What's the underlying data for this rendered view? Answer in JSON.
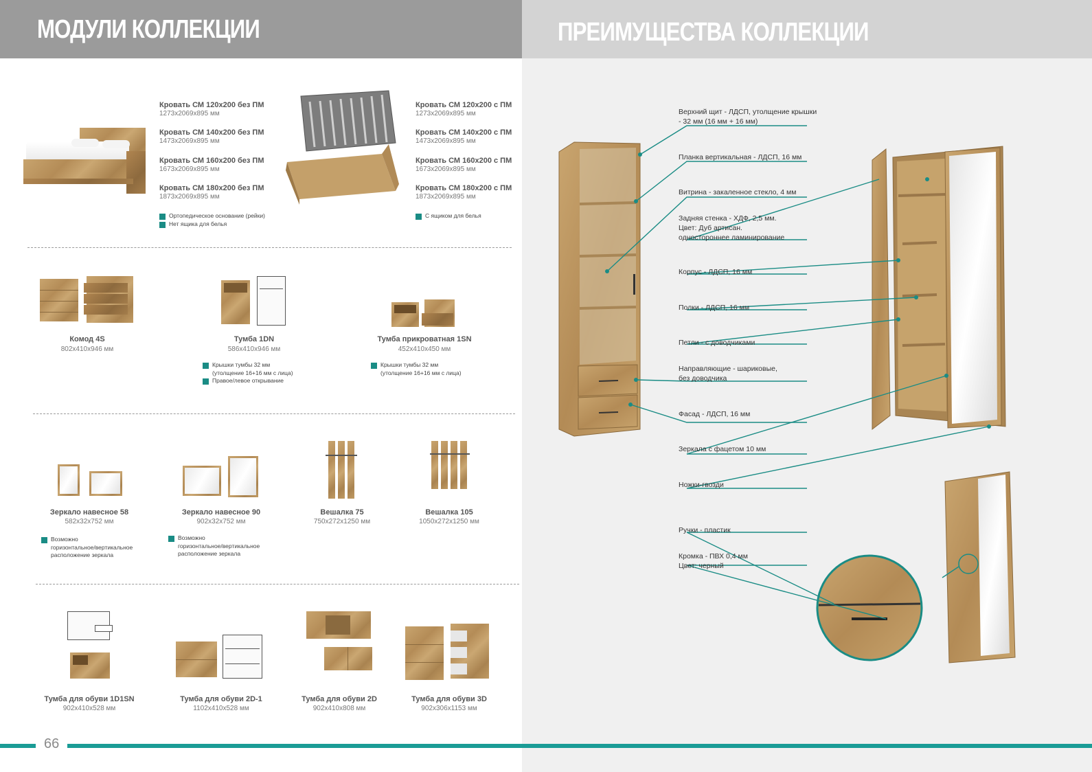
{
  "header": {
    "left_title": "МОДУЛИ КОЛЛЕКЦИИ",
    "right_title": "ПРЕИМУЩЕСТВА КОЛЛЕКЦИИ"
  },
  "beds_left": {
    "items": [
      {
        "title": "Кровать СМ 120х200 без ПМ",
        "dims": "1273х2069х895 мм"
      },
      {
        "title": "Кровать СМ 140х200 без ПМ",
        "dims": "1473х2069х895 мм"
      },
      {
        "title": "Кровать СМ 160х200 без ПМ",
        "dims": "1673х2069х895 мм"
      },
      {
        "title": "Кровать СМ 180х200 без ПМ",
        "dims": "1873х2069х895 мм"
      }
    ],
    "notes": [
      "Ортопедическое основание (рейки)",
      "Нет ящика для белья"
    ]
  },
  "beds_right": {
    "items": [
      {
        "title": "Кровать СМ 120х200 с ПМ",
        "dims": "1273х2069х895 мм"
      },
      {
        "title": "Кровать СМ 140х200 с ПМ",
        "dims": "1473х2069х895 мм"
      },
      {
        "title": "Кровать СМ 160х200 с ПМ",
        "dims": "1673х2069х895 мм"
      },
      {
        "title": "Кровать СМ 180х200 с ПМ",
        "dims": "1873х2069х895 мм"
      }
    ],
    "notes": [
      "С ящиком для белья"
    ]
  },
  "row2": [
    {
      "title": "Комод 4S",
      "dims": "802х410х946 мм"
    },
    {
      "title": "Тумба 1DN",
      "dims": "586х410х946 мм",
      "notes": [
        "Крышки тумбы 32 мм",
        "(утолщение 16+16 мм с лица)",
        "Правое/левое открывание"
      ]
    },
    {
      "title": "Тумба прикроватная 1SN",
      "dims": "452х410х450 мм",
      "notes": [
        "Крышки тумбы 32 мм",
        "(утолщение 16+16 мм с лица)"
      ]
    }
  ],
  "row3": [
    {
      "title": "Зеркало навесное 58",
      "dims": "582х32х752 мм",
      "notes": [
        "Возможно",
        "горизонтальное/вертикальное",
        "расположение зеркала"
      ]
    },
    {
      "title": "Зеркало навесное 90",
      "dims": "902х32х752 мм",
      "notes": [
        "Возможно",
        "горизонтальное/вертикальное",
        "расположение зеркала"
      ]
    },
    {
      "title": "Вешалка 75",
      "dims": "750х272х1250 мм"
    },
    {
      "title": "Вешалка 105",
      "dims": "1050х272х1250 мм"
    }
  ],
  "row4": [
    {
      "title": "Тумба для обуви 1D1SN",
      "dims": "902х410х528 мм"
    },
    {
      "title": "Тумба для обуви 2D-1",
      "dims": "1102х410х528 мм"
    },
    {
      "title": "Тумба для обуви 2D",
      "dims": "902х410х808 мм"
    },
    {
      "title": "Тумба для обуви 3D",
      "dims": "902х306х1153 мм"
    }
  ],
  "features": [
    {
      "lines": [
        "Верхний щит - ЛДСП, утолщение крышки",
        "- 32 мм (16 мм + 16 мм)"
      ]
    },
    {
      "lines": [
        "Планка вертикальная - ЛДСП, 16 мм"
      ]
    },
    {
      "lines": [
        "Витрина - закаленное стекло, 4 мм"
      ]
    },
    {
      "lines": [
        "Задняя стенка - ХДФ, 2,5 мм.",
        "Цвет: Дуб артисан.",
        "одностороннее ламинирование"
      ]
    },
    {
      "lines": [
        "Корпус - ЛДСП, 16 мм"
      ]
    },
    {
      "lines": [
        "Полки - ЛДСП, 16 мм"
      ]
    },
    {
      "lines": [
        "Петли - с доводчиками"
      ]
    },
    {
      "lines": [
        "Направляющие - шариковые,",
        "без доводчика"
      ]
    },
    {
      "lines": [
        "Фасад - ЛДСП, 16 мм"
      ]
    },
    {
      "lines": [
        "Зеркала с фацетом 10 мм"
      ]
    },
    {
      "lines": [
        "Ножки-гвозди"
      ]
    },
    {
      "lines": [
        "Ручки - пластик"
      ]
    },
    {
      "lines": [
        "Кромка - ПВХ 0,4 мм",
        "Цвет: черный"
      ]
    }
  ],
  "footer": {
    "page_number": "66"
  },
  "colors": {
    "accent": "#1a9c96",
    "header_left": "#9b9b9b",
    "header_right": "#d3d3d3"
  }
}
